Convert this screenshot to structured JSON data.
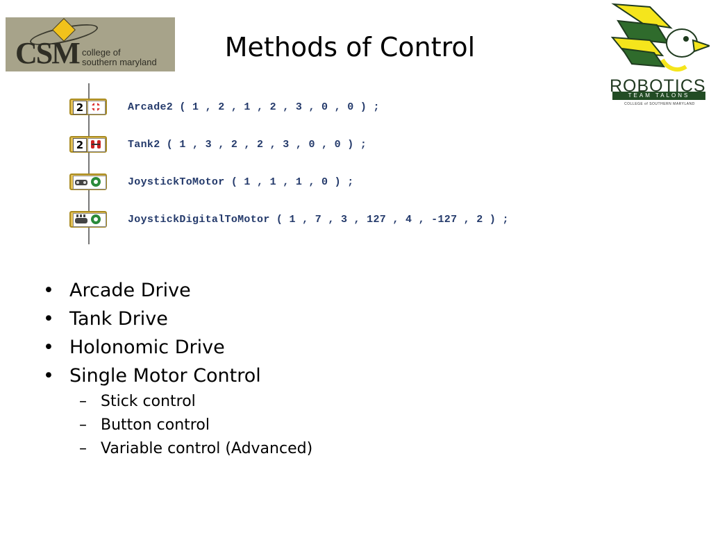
{
  "slide": {
    "title": "Methods of Control"
  },
  "csm_logo": {
    "big_text": "CSM",
    "line1": "college of",
    "line2": "southern maryland",
    "bg_color": "#a7a38a",
    "accent_color": "#f1c21b"
  },
  "robotics_logo": {
    "word": "ROBOTICS",
    "team": "TEAM TALONS",
    "sub": "COLLEGE of SOUTHERN MARYLAND",
    "green": "#224c24",
    "yellow": "#f5e51c"
  },
  "code_rows": [
    {
      "badge": "2",
      "icon": "arcade-drive-icon",
      "text": "Arcade2 ( 1 , 2 , 1 , 2 , 3 , 0 , 0 ) ;"
    },
    {
      "badge": "2",
      "icon": "tank-drive-icon",
      "text": "Tank2 ( 1 , 3 , 2 , 2 , 3 , 0 , 0 ) ;"
    },
    {
      "badge": "",
      "icon": "joystick-to-motor-icon",
      "text": "JoystickToMotor ( 1 , 1 , 1 , 0 ) ;"
    },
    {
      "badge": "",
      "icon": "joystick-digital-to-motor-icon",
      "text": "JoystickDigitalToMotor ( 1 , 7 , 3 , 127 , 4 , -127 , 2 ) ;"
    }
  ],
  "bullets": [
    {
      "text": "Arcade Drive"
    },
    {
      "text": "Tank Drive"
    },
    {
      "text": "Holonomic Drive"
    },
    {
      "text": "Single Motor Control"
    }
  ],
  "sub_bullets": [
    {
      "text": "Stick control"
    },
    {
      "text": "Button control"
    },
    {
      "text": "Variable control (Advanced)"
    }
  ],
  "symbols": {
    "bullet": "•",
    "dash": "–"
  }
}
